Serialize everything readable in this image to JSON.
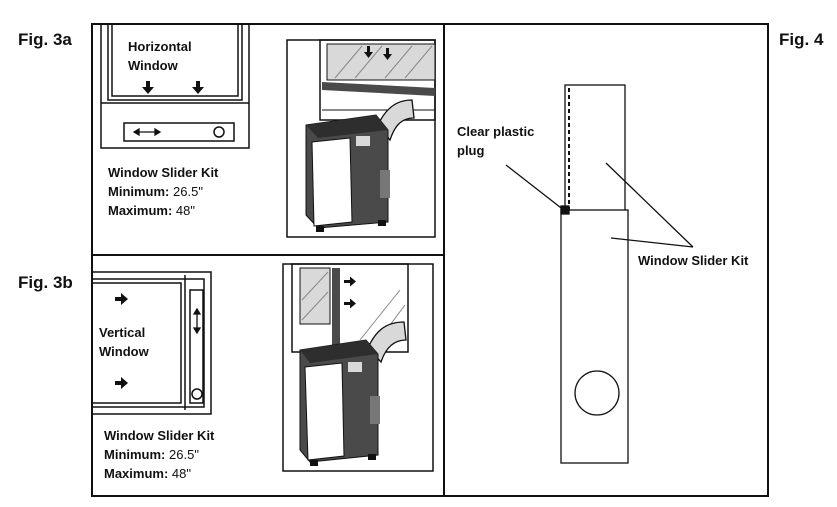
{
  "fig3a": {
    "label": "Fig. 3a",
    "window_line1": "Horizontal",
    "window_line2": "Window",
    "kit_title": "Window Slider Kit",
    "min_label": "Minimum:",
    "min_value": "26.5\"",
    "max_label": "Maximum:",
    "max_value": "48\""
  },
  "fig3b": {
    "label": "Fig. 3b",
    "window_line1": "Vertical",
    "window_line2": "Window",
    "kit_title": "Window Slider Kit",
    "min_label": "Minimum:",
    "min_value": "26.5\"",
    "max_label": "Maximum:",
    "max_value": "48\""
  },
  "fig4": {
    "label": "Fig. 4",
    "plug_line1": "Clear plastic",
    "plug_line2": "plug",
    "kit_label": "Window Slider Kit"
  },
  "colors": {
    "line": "#111111",
    "shade": "#4a4a4a",
    "light": "#d9d9d9"
  },
  "icons": [
    "arrow-down-icon",
    "arrow-right-icon",
    "double-arrow-horizontal-icon",
    "double-arrow-vertical-icon"
  ]
}
